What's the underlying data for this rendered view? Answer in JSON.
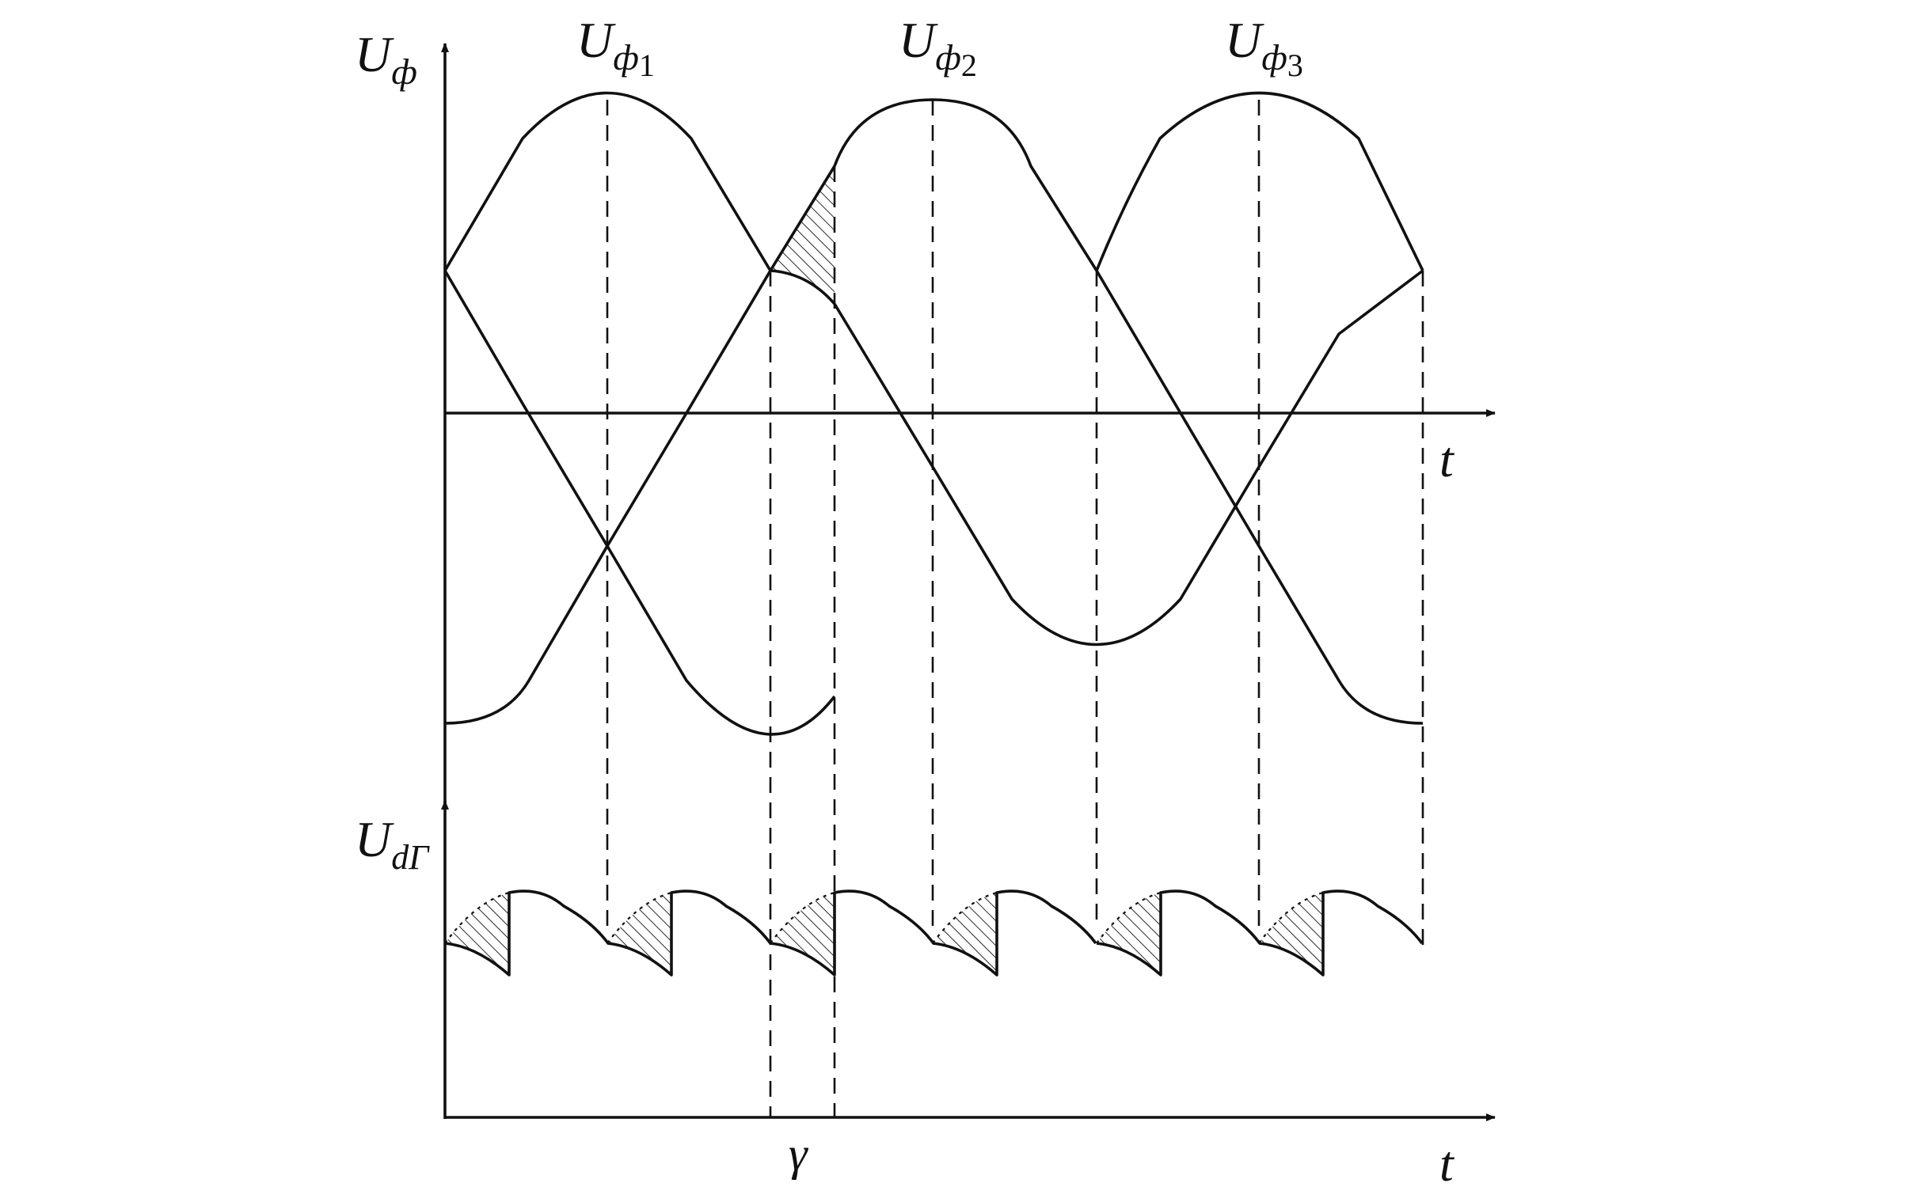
{
  "labels": {
    "top_axis": {
      "main": "U",
      "sub": "ф"
    },
    "phase1": {
      "main": "U",
      "sub": "ф",
      "idx": "1"
    },
    "phase2": {
      "main": "U",
      "sub": "ф",
      "idx": "2"
    },
    "phase3": {
      "main": "U",
      "sub": "ф",
      "idx": "3"
    },
    "top_time": "t",
    "bottom_axis": {
      "main": "U",
      "sub": "dГ"
    },
    "bottom_time": "t",
    "gamma": "γ"
  }
}
